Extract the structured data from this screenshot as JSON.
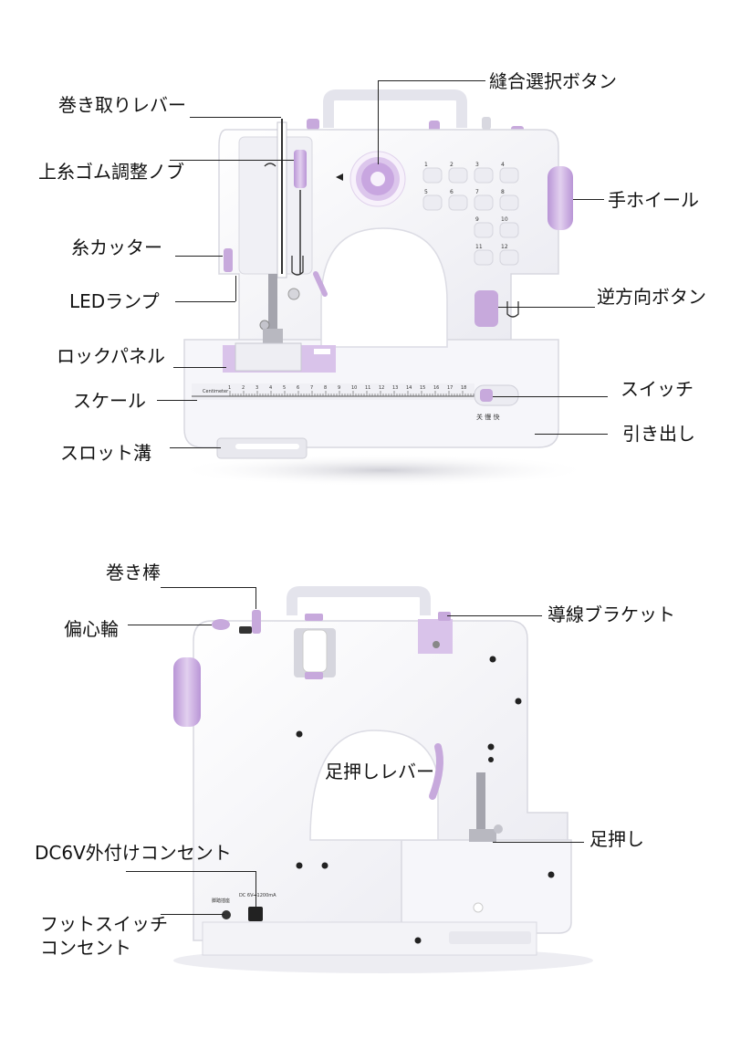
{
  "top_view": {
    "labels": {
      "winding_lever": "巻き取りレバー",
      "stitch_select_button": "縫合選択ボタン",
      "thread_tension_knob": "上糸ゴム調整ノブ",
      "hand_wheel": "手ホイール",
      "thread_cutter": "糸カッター",
      "led_lamp": "LEDランプ",
      "reverse_button": "逆方向ボタン",
      "lock_panel": "ロックパネル",
      "switch": "スイッチ",
      "scale": "スケール",
      "drawer": "引き出し",
      "slot_groove": "スロット溝"
    },
    "scale_text": "Centimeter",
    "switch_text": "关 慢 快",
    "stitch_numbers": [
      "1",
      "2",
      "3",
      "4",
      "5",
      "6",
      "7",
      "8",
      "9",
      "10",
      "11",
      "12"
    ],
    "scale_numbers": [
      "1",
      "2",
      "3",
      "4",
      "5",
      "6",
      "7",
      "8",
      "9",
      "10",
      "11",
      "12",
      "13",
      "14",
      "15",
      "16",
      "17",
      "18"
    ]
  },
  "bottom_view": {
    "labels": {
      "winding_bar": "巻き棒",
      "eccentric_wheel": "偏心輪",
      "wire_bracket": "導線ブラケット",
      "presser_foot_lever": "足押しレバー",
      "presser_foot": "足押し",
      "dc_socket": "DC6V外付けコンセント",
      "foot_switch_socket_line1": "フットスイッチ",
      "foot_switch_socket_line2": "コンセント"
    },
    "panel_text": "脚踏插座",
    "dc_text": "DC 6V⎓1200mA"
  },
  "colors": {
    "body": "#f4f4f8",
    "accent": "#c7a9dc",
    "accent_dark": "#a27fc0",
    "outline": "#d8d8e0"
  }
}
